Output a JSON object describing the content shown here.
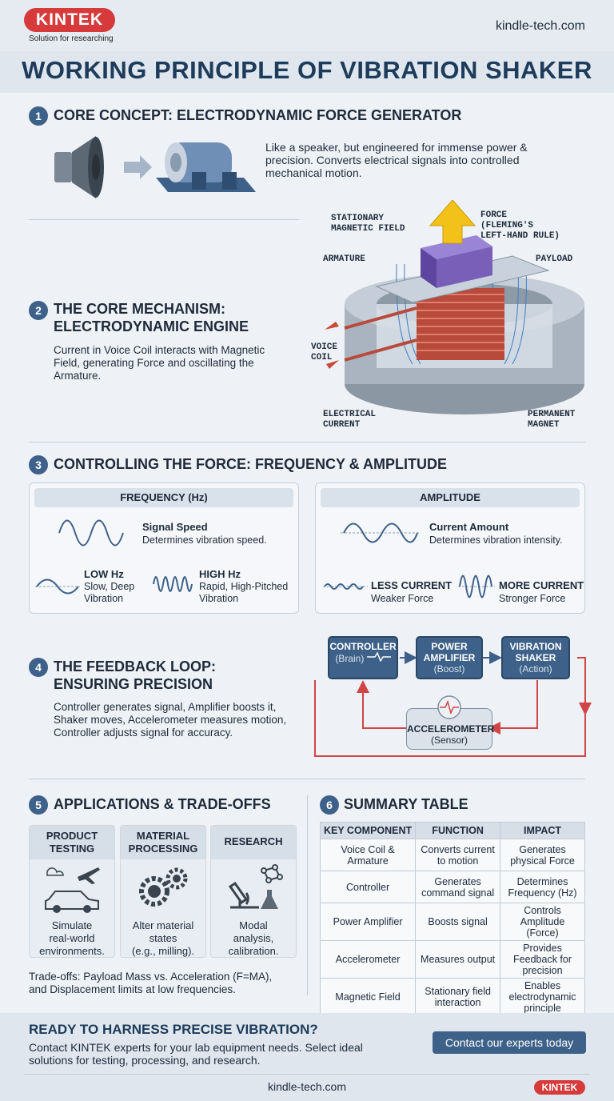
{
  "header": {
    "logo": "KINTEK",
    "tagline": "Solution for researching",
    "url": "kindle-tech.com"
  },
  "title": "WORKING PRINCIPLE OF VIBRATION SHAKER",
  "sections": {
    "s1": {
      "num": "1",
      "title": "CORE CONCEPT: ELECTRODYNAMIC FORCE GENERATOR",
      "text_lines": [
        "Like a speaker, but engineered for immense power &",
        "precision. Converts electrical signals into controlled",
        "mechanical motion."
      ]
    },
    "s2": {
      "num": "2",
      "title_lines": [
        "THE CORE MECHANISM:",
        "ELECTRODYNAMIC ENGINE"
      ],
      "text_lines": [
        "Current in Voice Coil interacts with Magnetic",
        "Field, generating Force and oscillating the",
        "Armature."
      ],
      "labels": {
        "stationary_field": [
          "STATIONARY",
          "MAGNETIC FIELD"
        ],
        "force": [
          "FORCE",
          "(FLEMING'S",
          "LEFT-HAND RULE)"
        ],
        "armature": "ARMATURE",
        "payload": "PAYLOAD",
        "voice_coil": [
          "VOICE",
          "COIL"
        ],
        "electrical_current": [
          "ELECTRICAL",
          "CURRENT"
        ],
        "permanent_magnet": [
          "PERMANENT",
          "MAGNET"
        ]
      }
    },
    "s3": {
      "num": "3",
      "title": "CONTROLLING THE FORCE: FREQUENCY & AMPLITUDE",
      "frequency": {
        "head": "FREQUENCY (Hz)",
        "main_title": "Signal Speed",
        "main_sub": "Determines vibration speed.",
        "low_title": "LOW Hz",
        "low_sub_lines": [
          "Slow, Deep",
          "Vibration"
        ],
        "high_title": "HIGH Hz",
        "high_sub_lines": [
          "Rapid, High-Pitched",
          "Vibration"
        ]
      },
      "amplitude": {
        "head": "AMPLITUDE",
        "main_title": "Current Amount",
        "main_sub": "Determines vibration intensity.",
        "less_title": "LESS CURRENT",
        "less_sub": "Weaker Force",
        "more_title": "MORE CURRENT",
        "more_sub": "Stronger Force"
      }
    },
    "s4": {
      "num": "4",
      "title_lines": [
        "THE FEEDBACK LOOP:",
        "ENSURING PRECISION"
      ],
      "text_lines": [
        "Controller generates signal, Amplifier boosts it,",
        "Shaker moves, Accelerometer measures motion,",
        "Controller adjusts signal for accuracy."
      ],
      "nodes": {
        "controller": {
          "title": "CONTROLLER",
          "sub": "(Brain)"
        },
        "amplifier": {
          "title_lines": [
            "POWER",
            "AMPLIFIER"
          ],
          "sub": "(Boost)"
        },
        "shaker": {
          "title_lines": [
            "VIBRATION",
            "SHAKER"
          ],
          "sub": "(Action)"
        },
        "accelerometer": {
          "title": "ACCELEROMETER",
          "sub": "(Sensor)"
        }
      }
    },
    "s5": {
      "num": "5",
      "title": "APPLICATIONS & TRADE-OFFS",
      "cards": [
        {
          "head_lines": [
            "PRODUCT",
            "TESTING"
          ],
          "text_lines": [
            "Simulate",
            "real-world",
            "environments."
          ]
        },
        {
          "head_lines": [
            "MATERIAL",
            "PROCESSING"
          ],
          "text_lines": [
            "Alter material",
            "states",
            "(e.g., milling)."
          ]
        },
        {
          "head_lines": [
            "RESEARCH"
          ],
          "text_lines": [
            "Modal",
            "analysis,",
            "calibration."
          ]
        }
      ],
      "tradeoff_lines": [
        "Trade-offs: Payload Mass vs. Acceleration (F=MA),",
        "and Displacement limits at low frequencies."
      ]
    },
    "s6": {
      "num": "6",
      "title": "SUMMARY TABLE",
      "headers": [
        "KEY COMPONENT",
        "FUNCTION",
        "IMPACT"
      ],
      "rows": [
        [
          "Voice Coil & Armature",
          "Converts current to motion",
          "Generates physical Force"
        ],
        [
          "Controller",
          "Generates command signal",
          "Determines Frequency (Hz)"
        ],
        [
          "Power Amplifier",
          "Boosts signal",
          "Controls Amplitude (Force)"
        ],
        [
          "Accelerometer",
          "Measures output",
          "Provides Feedback for precision"
        ],
        [
          "Magnetic Field",
          "Stationary field interaction",
          "Enables electrodynamic principle"
        ]
      ]
    }
  },
  "cta": {
    "title": "READY TO HARNESS PRECISE VIBRATION?",
    "text_lines": [
      "Contact KINTEK experts for your lab equipment needs. Select ideal",
      "solutions for testing, processing, and research."
    ],
    "button": "Contact our experts today"
  },
  "footer": {
    "url": "kindle-tech.com",
    "logo": "KINTEK"
  },
  "colors": {
    "accent": "#3d6189",
    "brand_red": "#d63a3a",
    "coil": "#c94a3a",
    "force_arrow": "#f2c21b",
    "payload": "#7a5fb8"
  },
  "icons": [
    "speaker-icon",
    "shaker-icon",
    "arrow-right-icon",
    "cloud-icon",
    "airplane-icon",
    "car-icon",
    "gears-icon",
    "microscope-icon",
    "molecule-icon",
    "flask-icon",
    "waveform-icon"
  ]
}
